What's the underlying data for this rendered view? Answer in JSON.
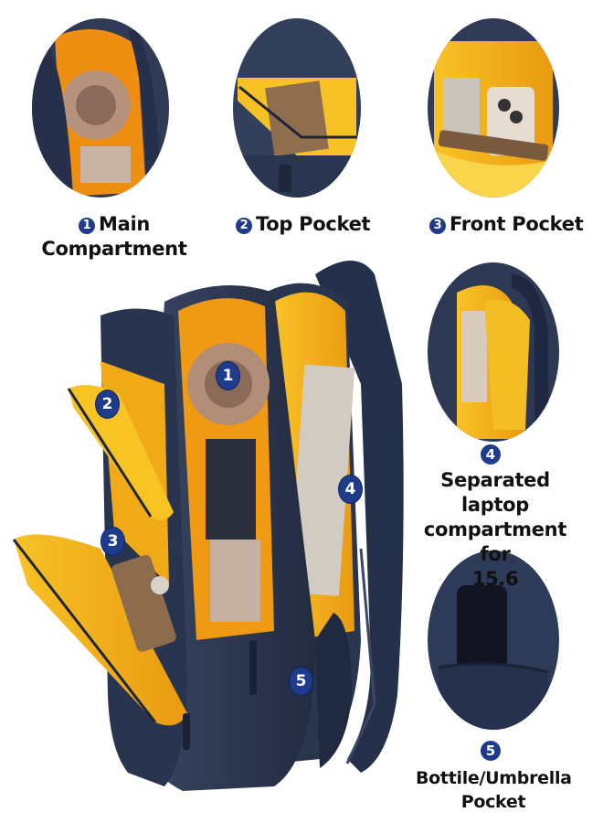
{
  "badge_color": "#1f3c8c",
  "colors": {
    "bag": "#2b3650",
    "lining": "#f5b81c",
    "lining_dark": "#e49a12"
  },
  "features": [
    {
      "number": "1",
      "line1": "Main",
      "line2": "Compartment"
    },
    {
      "number": "2",
      "line1": "Top Pocket"
    },
    {
      "number": "3",
      "line1": "Front Pocket"
    },
    {
      "number": "4",
      "line1": "Separated laptop",
      "line2": "compartment for",
      "line3": "15.6"
    },
    {
      "number": "5",
      "line1": "Bottile/Umbrella",
      "line2": "Pocket"
    }
  ]
}
